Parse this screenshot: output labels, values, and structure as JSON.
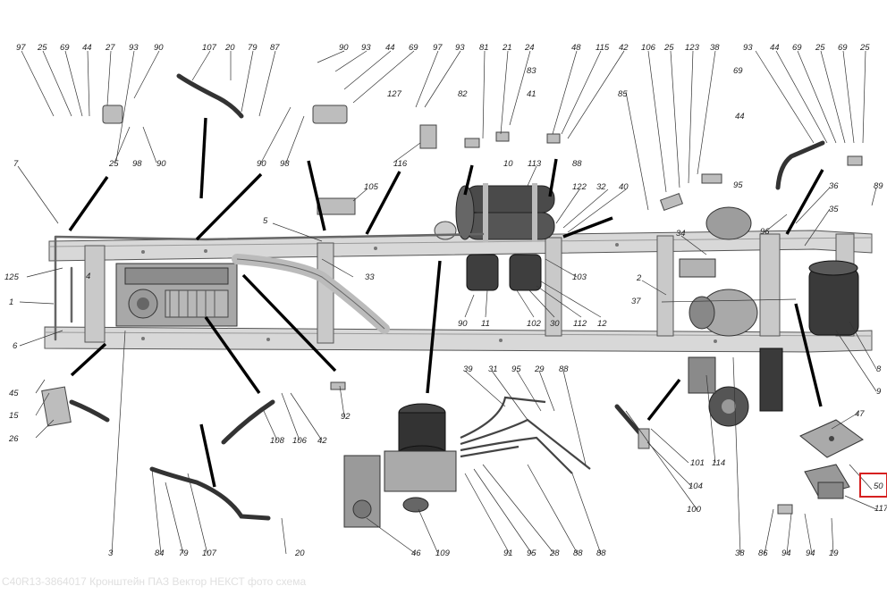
{
  "caption": "С40R13-3864017 Кронштейн ПАЗ Вектор НЕКСТ фото схема",
  "highlighted_label": "50",
  "colors": {
    "highlight": "#d62020",
    "frame": "#d8d8d8",
    "label": "#222222"
  },
  "labels": {
    "top_left": [
      "97",
      "25",
      "69",
      "44",
      "27",
      "93",
      "90",
      "107",
      "20",
      "79",
      "87",
      "90",
      "93",
      "44",
      "69",
      "97",
      "93",
      "81",
      "21",
      "24",
      "83",
      "41",
      "48",
      "115",
      "42",
      "106",
      "25",
      "123",
      "38",
      "93",
      "44",
      "69",
      "25"
    ],
    "left_side": [
      "7",
      "125",
      "1",
      "4",
      "6",
      "45",
      "15",
      "26",
      "5",
      "33",
      "3",
      "98",
      "25",
      "90",
      "98",
      "127",
      "82",
      "116",
      "105"
    ],
    "middle": [
      "41",
      "83",
      "10",
      "113",
      "88",
      "85",
      "122",
      "32",
      "40",
      "69",
      "44",
      "95",
      "34",
      "2",
      "37",
      "103",
      "90",
      "11",
      "102",
      "30",
      "112",
      "12",
      "96",
      "36",
      "35",
      "89"
    ],
    "right_side": [
      "8",
      "9",
      "47",
      "50",
      "117",
      "38",
      "86",
      "94",
      "94",
      "19",
      "100",
      "101",
      "114",
      "104"
    ],
    "bottom": [
      "84",
      "79",
      "107",
      "20",
      "108",
      "106",
      "42",
      "92",
      "39",
      "31",
      "95",
      "29",
      "88",
      "46",
      "109",
      "91",
      "95",
      "28",
      "88",
      "88"
    ]
  }
}
